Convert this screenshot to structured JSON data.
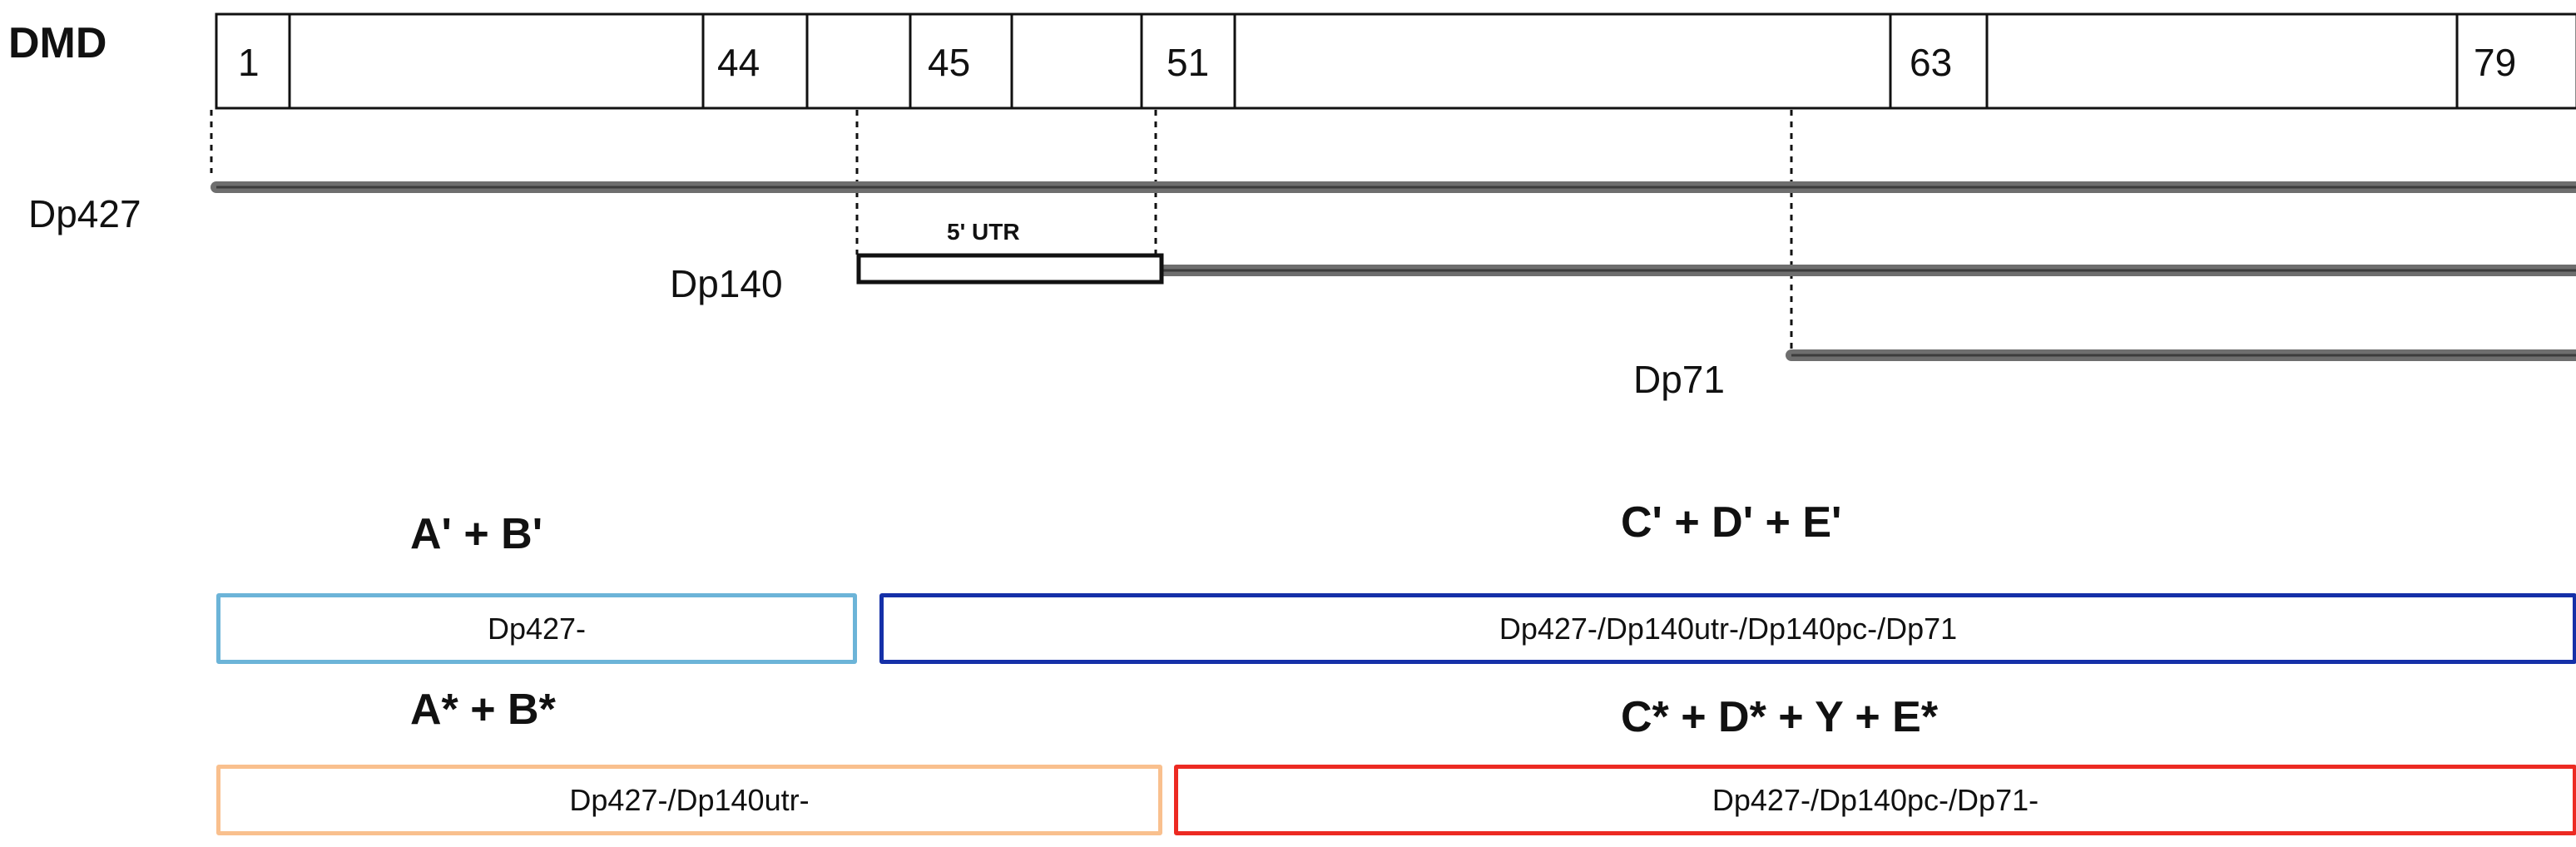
{
  "gene": {
    "label": "DMD"
  },
  "exons": [
    "1",
    "44",
    "45",
    "51",
    "63",
    "79"
  ],
  "isoforms": {
    "dp427": "Dp427",
    "dp140": "Dp140",
    "dp71": "Dp71",
    "utr": "5' UTR"
  },
  "primer_sets": [
    {
      "combo": "A' + B'",
      "target": "Dp427-",
      "color": "#6cb4d8"
    },
    {
      "combo": "C' + D' + E'",
      "target": "Dp427-/Dp140utr-/Dp140pc-/Dp71",
      "color": "#1530a8"
    },
    {
      "combo": "A* + B*",
      "target": "Dp427-/Dp140utr-",
      "color": "#f9c08e"
    },
    {
      "combo": "C* + D* + Y + E*",
      "target": "Dp427-/Dp140pc-/Dp71-",
      "color": "#ec2a22"
    }
  ],
  "colors": {
    "isoform_line": "#6e6e6e",
    "outline": "#111111"
  }
}
